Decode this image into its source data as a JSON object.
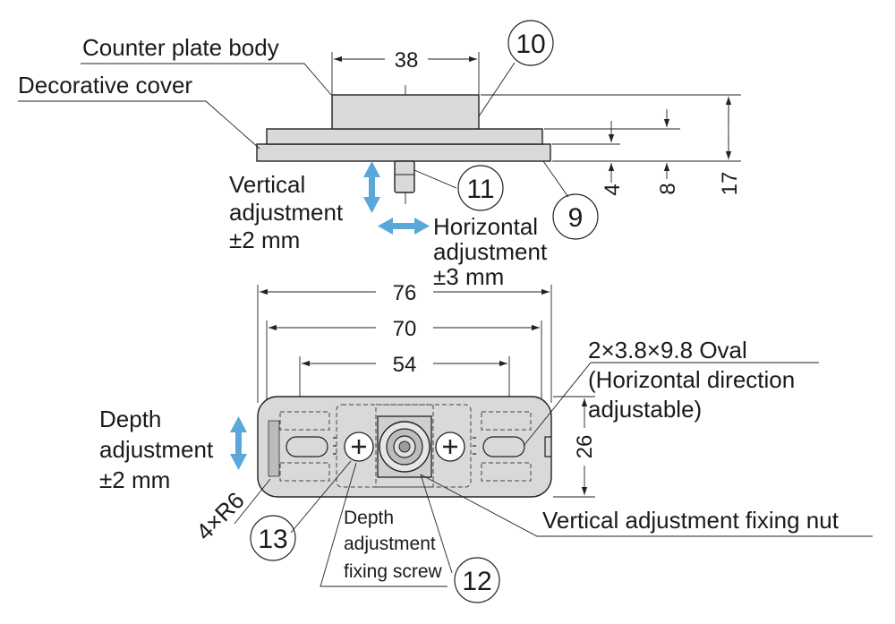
{
  "labels": {
    "counter_plate_body": "Counter plate body",
    "decorative_cover": "Decorative cover",
    "vertical_adj_1": "Vertical",
    "vertical_adj_2": "adjustment",
    "vertical_adj_3": "±2 mm",
    "horizontal_adj_1": "Horizontal",
    "horizontal_adj_2": "adjustment",
    "horizontal_adj_3": "±3 mm",
    "oval_1": "2×3.8×9.8 Oval",
    "oval_2": "(Horizontal direction",
    "oval_3": "adjustable)",
    "depth_adj_1": "Depth",
    "depth_adj_2": "adjustment",
    "depth_adj_3": "±2 mm",
    "depth_screw_1": "Depth",
    "depth_screw_2": "adjustment",
    "depth_screw_3": "fixing screw",
    "vertical_nut": "Vertical adjustment fixing nut",
    "radius": "4×R6"
  },
  "dimensions": {
    "top_width": "38",
    "h4": "4",
    "h8": "8",
    "h17": "17",
    "w76": "76",
    "w70": "70",
    "w54": "54",
    "h26": "26"
  },
  "callouts": {
    "c9": "9",
    "c10": "10",
    "c11": "11",
    "c12": "12",
    "c13": "13"
  },
  "colors": {
    "part_fill": "#d9d9d9",
    "arrow_blue": "#5aa7da"
  }
}
